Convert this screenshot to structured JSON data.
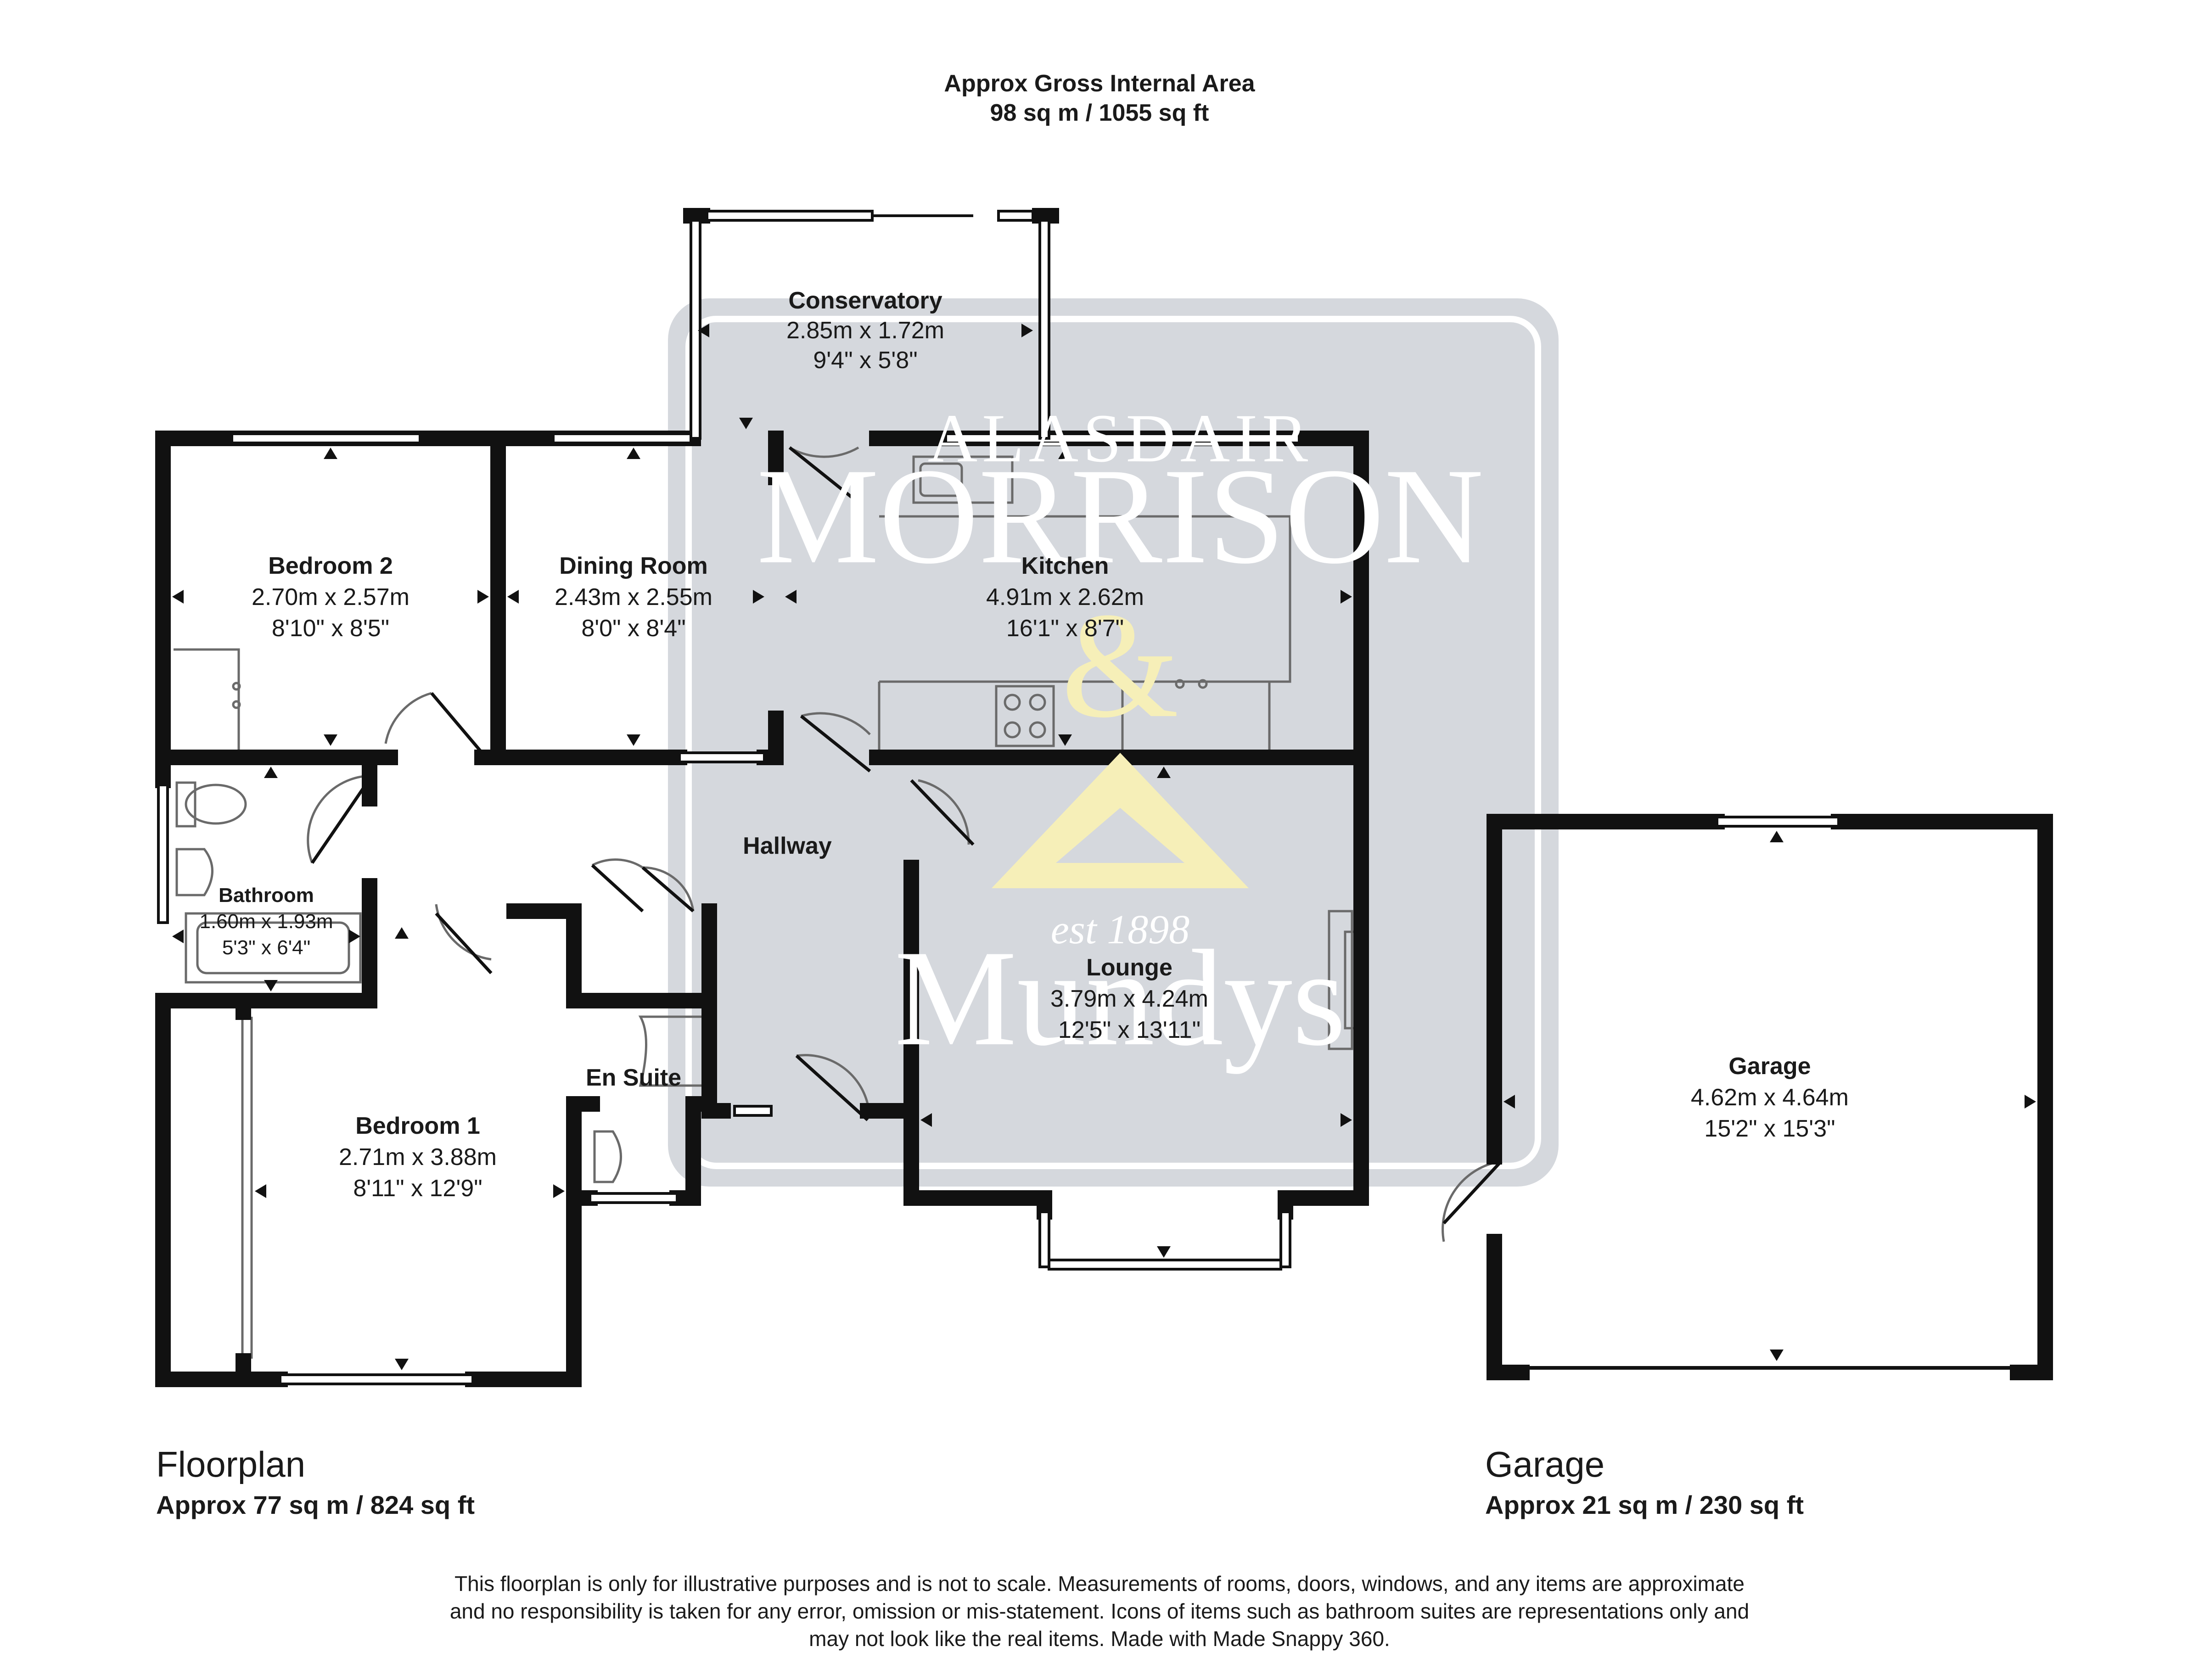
{
  "header": {
    "title": "Approx Gross Internal Area",
    "area": "98 sq m / 1055 sq ft"
  },
  "rooms": {
    "conservatory": {
      "name": "Conservatory",
      "metric": "2.85m x 1.72m",
      "imperial": "9'4\" x 5'8\""
    },
    "bedroom2": {
      "name": "Bedroom 2",
      "metric": "2.70m x 2.57m",
      "imperial": "8'10\" x 8'5\""
    },
    "dining": {
      "name": "Dining Room",
      "metric": "2.43m x 2.55m",
      "imperial": "8'0\" x 8'4\""
    },
    "kitchen": {
      "name": "Kitchen",
      "metric": "4.91m x 2.62m",
      "imperial": "16'1\" x 8'7\""
    },
    "hallway": {
      "name": "Hallway"
    },
    "bathroom": {
      "name": "Bathroom",
      "metric": "1.60m x 1.93m",
      "imperial": "5'3\" x 6'4\""
    },
    "lounge": {
      "name": "Lounge",
      "metric": "3.79m x 4.24m",
      "imperial": "12'5\" x 13'11\""
    },
    "ensuite": {
      "name": "En Suite"
    },
    "bedroom1": {
      "name": "Bedroom 1",
      "metric": "2.71m x 3.88m",
      "imperial": "8'11\" x 12'9\""
    },
    "garage": {
      "name": "Garage",
      "metric": "4.62m x 4.64m",
      "imperial": "15'2\" x 15'3\""
    }
  },
  "watermark": {
    "line1": "ALASDAIR",
    "line2": "MORRISON",
    "amp": "&",
    "est": "est 1898",
    "line3": "Mundys"
  },
  "sections": {
    "floorplan": {
      "title": "Floorplan",
      "area": "Approx 77 sq m / 824 sq ft"
    },
    "garage": {
      "title": "Garage",
      "area": "Approx 21 sq m / 230 sq ft"
    }
  },
  "disclaimer": {
    "line1": "This floorplan is only for illustrative purposes and is not to scale. Measurements of rooms, doors, windows, and any items are approximate",
    "line2": "and no responsibility is taken for any error, omission or mis-statement. Icons of items such as bathroom suites are representations only and",
    "line3": "may not look like the real items. Made with Made Snappy 360."
  },
  "colors": {
    "wall": "#111111",
    "watermark_panel": "#d5d8dd",
    "watermark_text": "#ffffff",
    "watermark_triangle": "#f6efb8",
    "fixture_stroke": "#6a6a6a"
  }
}
